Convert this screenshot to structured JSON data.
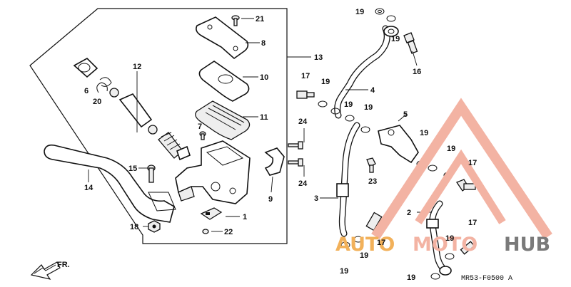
{
  "diagram": {
    "drawing_code": "MR53-F0500 A",
    "direction_label": "FR.",
    "callouts": [
      {
        "id": "c21",
        "text": "21"
      },
      {
        "id": "c8",
        "text": "8"
      },
      {
        "id": "c13",
        "text": "13"
      },
      {
        "id": "c12",
        "text": "12"
      },
      {
        "id": "c10",
        "text": "10"
      },
      {
        "id": "c6",
        "text": "6"
      },
      {
        "id": "c20",
        "text": "20"
      },
      {
        "id": "c11",
        "text": "11"
      },
      {
        "id": "c7",
        "text": "7"
      },
      {
        "id": "c15",
        "text": "15"
      },
      {
        "id": "c14",
        "text": "14"
      },
      {
        "id": "c9",
        "text": "9"
      },
      {
        "id": "c1",
        "text": "1"
      },
      {
        "id": "c18",
        "text": "18"
      },
      {
        "id": "c22",
        "text": "22"
      },
      {
        "id": "c24a",
        "text": "24"
      },
      {
        "id": "c24b",
        "text": "24"
      },
      {
        "id": "c17a",
        "text": "17"
      },
      {
        "id": "c19a",
        "text": "19"
      },
      {
        "id": "c19b",
        "text": "19"
      },
      {
        "id": "c19c",
        "text": "19"
      },
      {
        "id": "c19d",
        "text": "19"
      },
      {
        "id": "c19e",
        "text": "19"
      },
      {
        "id": "c4",
        "text": "4"
      },
      {
        "id": "c16",
        "text": "16"
      },
      {
        "id": "c5",
        "text": "5"
      },
      {
        "id": "c19f",
        "text": "19"
      },
      {
        "id": "c19g",
        "text": "19"
      },
      {
        "id": "c17b",
        "text": "17"
      },
      {
        "id": "c23",
        "text": "23"
      },
      {
        "id": "c3",
        "text": "3"
      },
      {
        "id": "c2",
        "text": "2"
      },
      {
        "id": "c17c",
        "text": "17"
      },
      {
        "id": "c17d",
        "text": "17"
      },
      {
        "id": "c19h",
        "text": "19"
      },
      {
        "id": "c19i",
        "text": "19"
      },
      {
        "id": "c19j",
        "text": "19"
      },
      {
        "id": "c19k",
        "text": "19"
      }
    ]
  },
  "watermark": {
    "part1": "AUTO",
    "part2": "MOTO",
    "part3": "HUB",
    "color_light": "#f3b3a3",
    "color_orange": "#f2b15a",
    "color_gray": "#7a7a7a"
  }
}
